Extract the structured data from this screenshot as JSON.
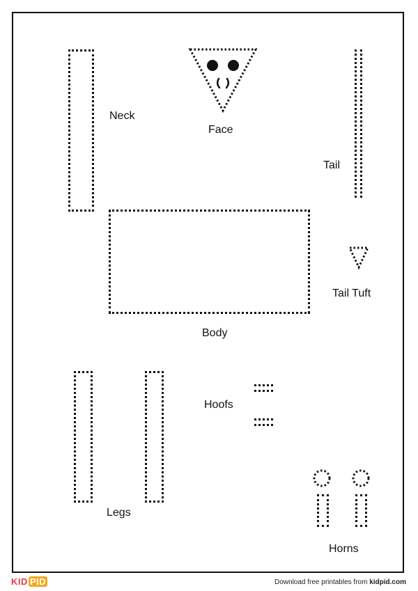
{
  "labels": {
    "neck": "Neck",
    "face": "Face",
    "tail": "Tail",
    "body": "Body",
    "tail_tuft": "Tail Tuft",
    "hoofs": "Hoofs",
    "legs": "Legs",
    "horns": "Horns"
  },
  "branding": {
    "logo_part1": "KID",
    "logo_part2": "PID",
    "footer_text": "Download free printables from ",
    "footer_site": "kidpid.com"
  }
}
